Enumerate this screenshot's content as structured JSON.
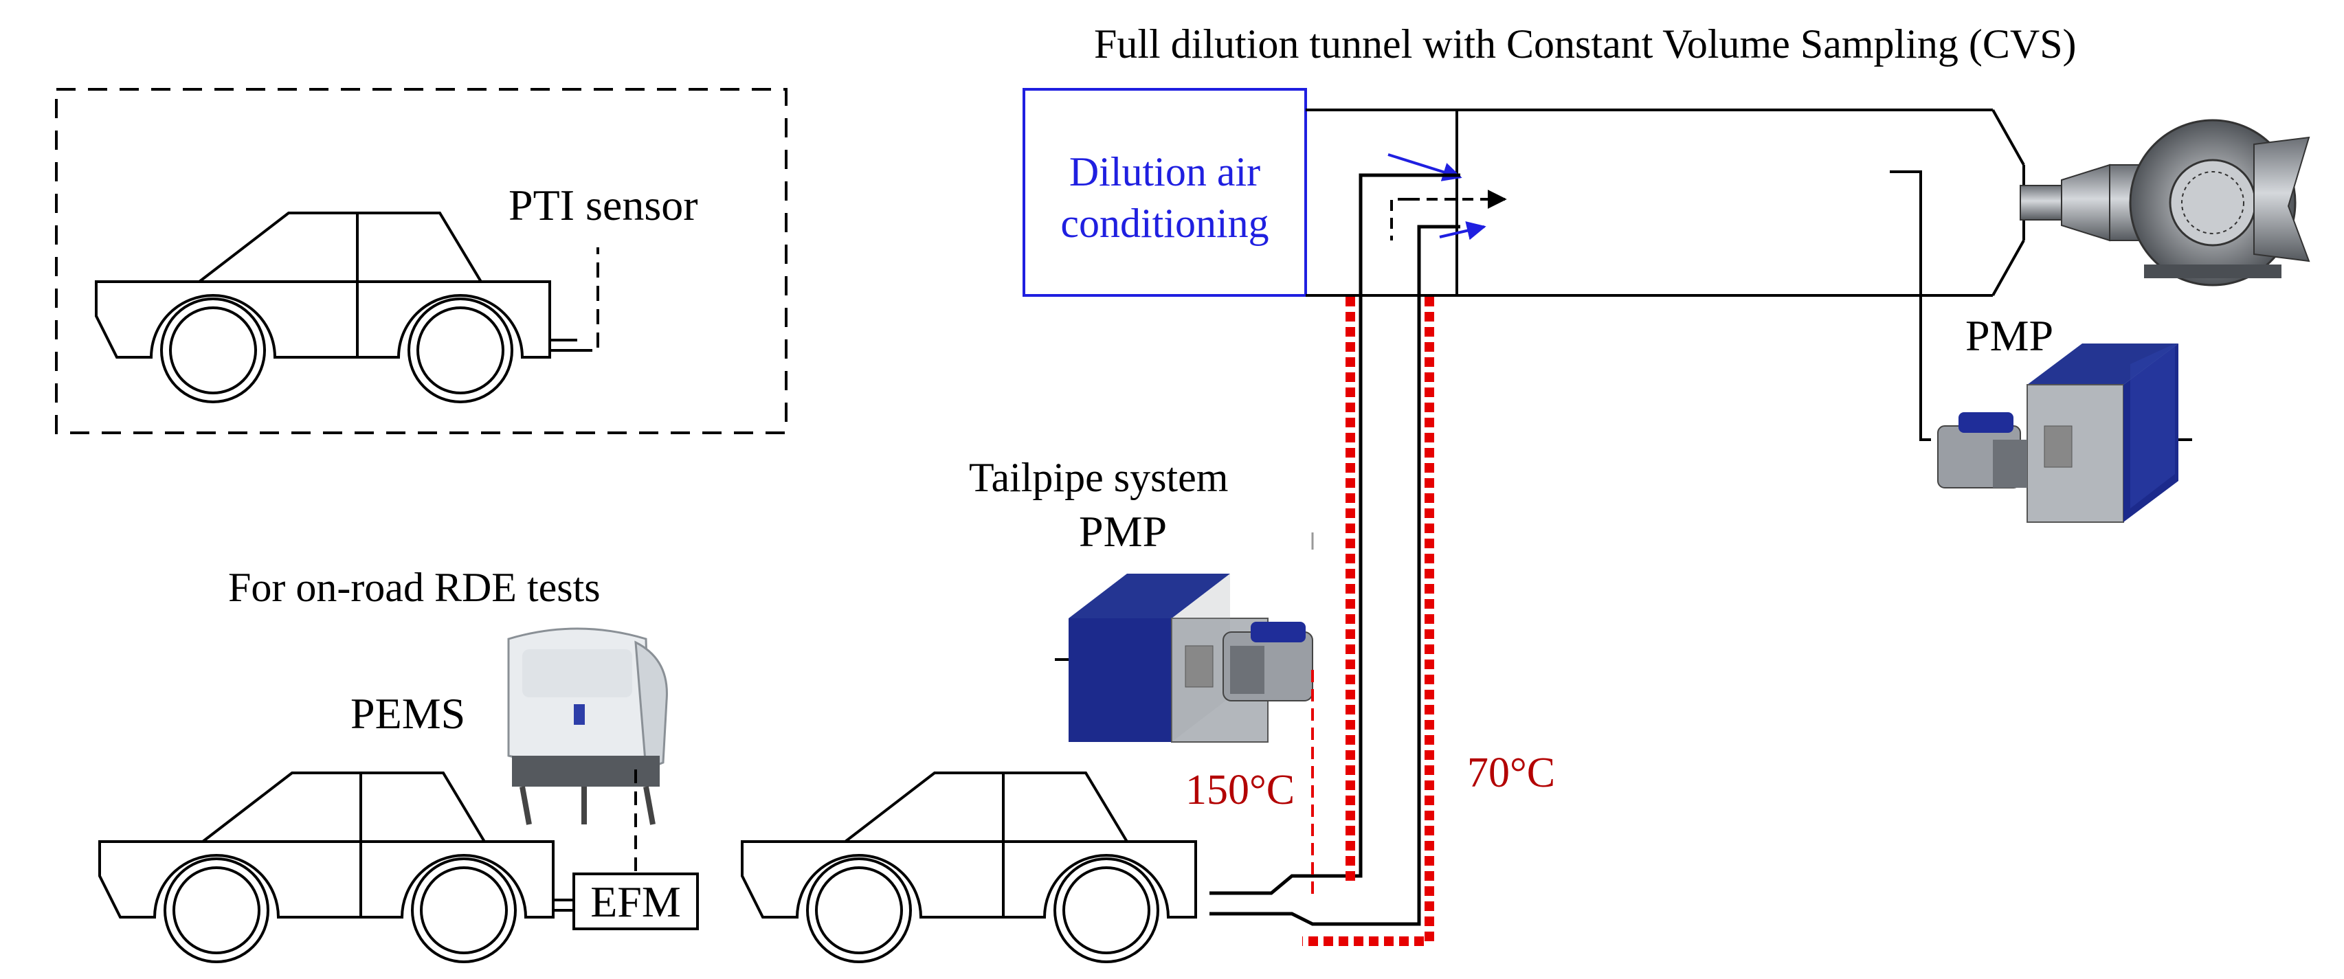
{
  "labels": {
    "cvs_title": "Full dilution tunnel with Constant Volume Sampling (CVS)",
    "dilution_air_line1": "Dilution air",
    "dilution_air_line2": "conditioning",
    "pti_sensor": "PTI sensor",
    "pmp_cvs": "PMP",
    "tailpipe_system": "Tailpipe system",
    "pmp_tailpipe": "PMP",
    "on_road": "For on-road RDE tests",
    "pems": "PEMS",
    "efm": "EFM",
    "temp_150": "150°C",
    "temp_70": "70°C"
  },
  "colors": {
    "line": "#000000",
    "blue": "#1f1fe0",
    "heated_red": "#e60000",
    "temp_text": "#b30000",
    "instrument_blue": "#1c2a8c",
    "instrument_grey": "#a9adb3"
  }
}
